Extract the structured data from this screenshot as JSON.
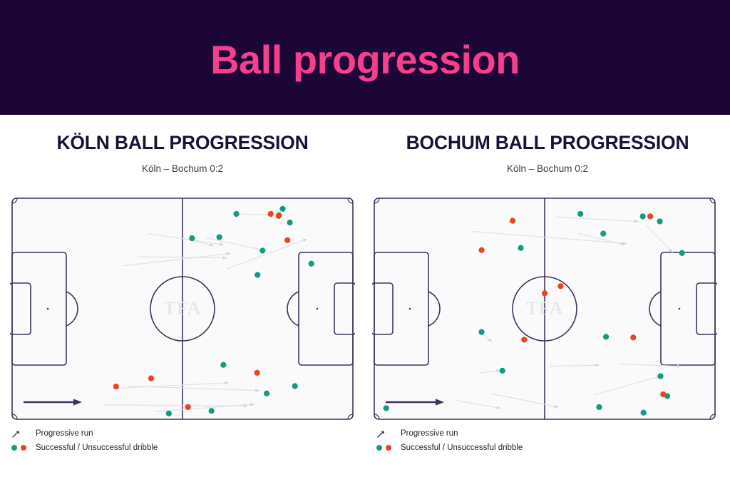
{
  "banner": {
    "title": "Ball progression",
    "bg_color": "#1b0636",
    "text_color": "#f73f8e"
  },
  "colors": {
    "pitch_line": "#3e3459",
    "pitch_fill": "#fafafb",
    "successful": "#129b82",
    "unsuccessful": "#ef4123",
    "run_line": "#e2e2e6",
    "watermark": "#e7e7ec",
    "heading": "#171337"
  },
  "panels": [
    {
      "id": "koln",
      "heading": "KÖLN BALL PROGRESSION",
      "subtitle": "Köln – Bochum 0:2",
      "watermark": "TFA",
      "legend": {
        "run_icon": "progressive-run-arrow-icon",
        "run_label": "Progressive run",
        "successful_icon": "successful-dribble-dot-icon",
        "unsuccessful_icon": "unsuccessful-dribble-dot-icon",
        "dribble_label": "Successful / Unsuccessful dribble"
      },
      "direction_arrow": "attack-direction-arrow"
    },
    {
      "id": "bochum",
      "heading": "BOCHUM BALL PROGRESSION",
      "subtitle": "Köln – Bochum 0:2",
      "watermark": "TFA",
      "legend": {
        "run_icon": "progressive-run-arrow-icon",
        "run_label": "Progressive run",
        "successful_icon": "successful-dribble-dot-icon",
        "unsuccessful_icon": "unsuccessful-dribble-dot-icon",
        "dribble_label": "Successful / Unsuccessful dribble"
      },
      "direction_arrow": "attack-direction-arrow"
    }
  ],
  "chart_data": [
    {
      "type": "scatter",
      "title": "KÖLN BALL PROGRESSION",
      "subtitle": "Köln – Bochum 0:2",
      "xlabel": "",
      "ylabel": "",
      "xlim": [
        0,
        100
      ],
      "ylim": [
        0,
        100
      ],
      "grid": false,
      "legend_position": "below-left",
      "legend": [
        "Progressive run",
        "Successful / Unsuccessful dribble"
      ],
      "series": [
        {
          "name": "Successful dribble",
          "color": "#129b82",
          "points": [
            {
              "x": 65.8,
              "y": 92.9
            },
            {
              "x": 79.4,
              "y": 95.2
            },
            {
              "x": 78.3,
              "y": 92.3
            },
            {
              "x": 81.5,
              "y": 89.0
            },
            {
              "x": 52.8,
              "y": 81.9
            },
            {
              "x": 60.8,
              "y": 82.4
            },
            {
              "x": 73.5,
              "y": 76.3
            },
            {
              "x": 87.8,
              "y": 70.4
            },
            {
              "x": 72.0,
              "y": 65.3
            },
            {
              "x": 62.0,
              "y": 24.6
            },
            {
              "x": 83.0,
              "y": 15.0
            },
            {
              "x": 74.7,
              "y": 11.7
            },
            {
              "x": 58.5,
              "y": 3.8
            },
            {
              "x": 46.0,
              "y": 2.6
            }
          ]
        },
        {
          "name": "Unsuccessful dribble",
          "color": "#ef4123",
          "points": [
            {
              "x": 75.9,
              "y": 92.9
            },
            {
              "x": 78.2,
              "y": 92.0
            },
            {
              "x": 80.8,
              "y": 81.0
            },
            {
              "x": 71.9,
              "y": 21.0
            },
            {
              "x": 40.8,
              "y": 18.5
            },
            {
              "x": 30.5,
              "y": 14.8
            },
            {
              "x": 51.6,
              "y": 5.5
            }
          ]
        }
      ],
      "runs": [
        {
          "x1": 65.8,
          "y1": 92.9,
          "x2": 76.0,
          "y2": 92.4
        },
        {
          "x1": 40.0,
          "y1": 84.0,
          "x2": 62.0,
          "y2": 79.0
        },
        {
          "x1": 51.5,
          "y1": 81.5,
          "x2": 59.0,
          "y2": 78.5
        },
        {
          "x1": 33.0,
          "y1": 69.5,
          "x2": 64.0,
          "y2": 75.0
        },
        {
          "x1": 37.0,
          "y1": 73.5,
          "x2": 63.0,
          "y2": 73.0
        },
        {
          "x1": 57.0,
          "y1": 82.0,
          "x2": 74.0,
          "y2": 76.5
        },
        {
          "x1": 63.0,
          "y1": 68.0,
          "x2": 86.5,
          "y2": 81.5
        },
        {
          "x1": 30.0,
          "y1": 14.0,
          "x2": 63.5,
          "y2": 16.5
        },
        {
          "x1": 34.0,
          "y1": 15.0,
          "x2": 72.5,
          "y2": 13.0
        },
        {
          "x1": 27.0,
          "y1": 6.5,
          "x2": 69.0,
          "y2": 6.0
        },
        {
          "x1": 42.0,
          "y1": 3.5,
          "x2": 71.0,
          "y2": 6.8
        }
      ]
    },
    {
      "type": "scatter",
      "title": "BOCHUM BALL PROGRESSION",
      "subtitle": "Köln – Bochum 0:2",
      "xlabel": "",
      "ylabel": "",
      "xlim": [
        0,
        100
      ],
      "ylim": [
        0,
        100
      ],
      "grid": false,
      "legend_position": "below-left",
      "legend": [
        "Progressive run",
        "Successful / Unsuccessful dribble"
      ],
      "series": [
        {
          "name": "Successful dribble",
          "color": "#129b82",
          "points": [
            {
              "x": 60.5,
              "y": 92.9
            },
            {
              "x": 78.8,
              "y": 91.8
            },
            {
              "x": 83.8,
              "y": 89.5
            },
            {
              "x": 67.2,
              "y": 84.0
            },
            {
              "x": 43.0,
              "y": 77.5
            },
            {
              "x": 90.3,
              "y": 75.2
            },
            {
              "x": 31.5,
              "y": 39.5
            },
            {
              "x": 68.0,
              "y": 37.3
            },
            {
              "x": 37.6,
              "y": 22.0
            },
            {
              "x": 84.0,
              "y": 19.5
            },
            {
              "x": 86.0,
              "y": 10.5
            },
            {
              "x": 66.0,
              "y": 5.5
            },
            {
              "x": 79.0,
              "y": 3.0
            },
            {
              "x": 3.5,
              "y": 5.0
            }
          ]
        },
        {
          "name": "Unsuccessful dribble",
          "color": "#ef4123",
          "points": [
            {
              "x": 40.6,
              "y": 89.8
            },
            {
              "x": 81.0,
              "y": 91.8
            },
            {
              "x": 31.5,
              "y": 76.5
            },
            {
              "x": 54.7,
              "y": 60.2
            },
            {
              "x": 50.0,
              "y": 57.0
            },
            {
              "x": 44.0,
              "y": 36.0
            },
            {
              "x": 76.0,
              "y": 37.0
            },
            {
              "x": 84.8,
              "y": 11.3
            }
          ]
        }
      ],
      "runs": [
        {
          "x1": 28.5,
          "y1": 85.0,
          "x2": 74.0,
          "y2": 79.5
        },
        {
          "x1": 53.5,
          "y1": 91.5,
          "x2": 77.5,
          "y2": 89.5
        },
        {
          "x1": 60.0,
          "y1": 84.0,
          "x2": 73.5,
          "y2": 79.0
        },
        {
          "x1": 80.0,
          "y1": 87.5,
          "x2": 87.5,
          "y2": 75.5
        },
        {
          "x1": 31.5,
          "y1": 39.0,
          "x2": 34.5,
          "y2": 35.0
        },
        {
          "x1": 51.5,
          "y1": 24.0,
          "x2": 66.0,
          "y2": 24.5
        },
        {
          "x1": 72.0,
          "y1": 25.0,
          "x2": 90.0,
          "y2": 24.0
        },
        {
          "x1": 31.0,
          "y1": 21.0,
          "x2": 37.0,
          "y2": 22.0
        },
        {
          "x1": 34.5,
          "y1": 11.5,
          "x2": 54.0,
          "y2": 5.5
        },
        {
          "x1": 64.5,
          "y1": 11.0,
          "x2": 84.0,
          "y2": 19.5
        },
        {
          "x1": 24.0,
          "y1": 8.5,
          "x2": 37.0,
          "y2": 5.0
        }
      ]
    }
  ]
}
